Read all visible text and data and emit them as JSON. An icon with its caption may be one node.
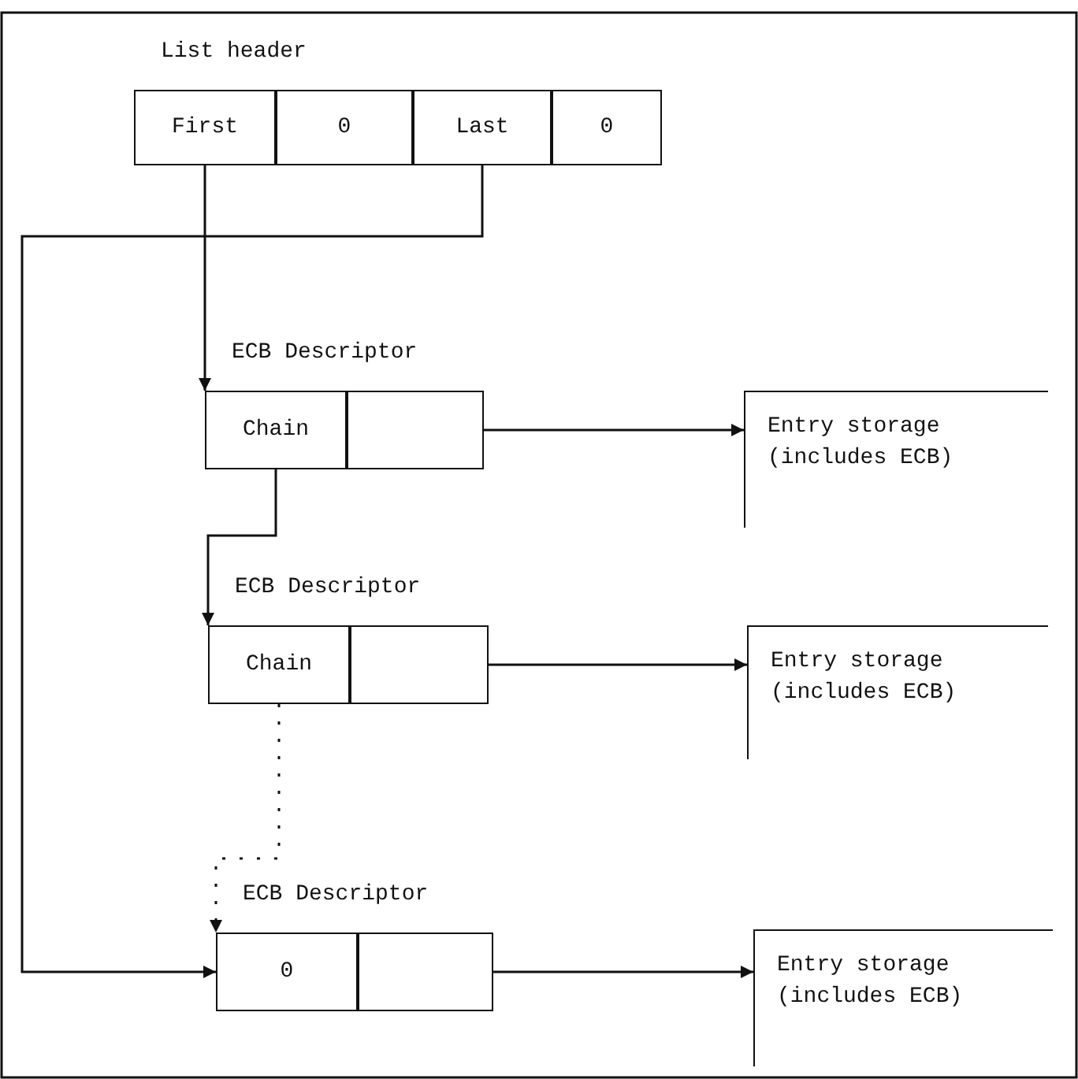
{
  "diagram": {
    "nodes": [
      {
        "text": [
          "List header"
        ]
      },
      {
        "text": [
          "First"
        ],
        "in": 0
      },
      {
        "text": [
          "0"
        ],
        "in": 0
      },
      {
        "text": [
          "Last"
        ],
        "in": 0
      },
      {
        "text": [
          "0"
        ],
        "in": 0
      },
      {
        "text": [
          "ECB Descriptor"
        ]
      },
      {
        "text": [
          "Chain"
        ],
        "in": 5
      },
      {
        "text": [],
        "shape": "box",
        "in": 5
      },
      {
        "text": [
          "Entry storage (includes ECB)"
        ]
      },
      {
        "text": [
          "ECB Descriptor"
        ]
      },
      {
        "text": [
          "Chain"
        ],
        "in": 9
      },
      {
        "text": [],
        "shape": "box",
        "in": 9
      },
      {
        "text": [
          "Entry storage (includes ECB)"
        ]
      },
      {
        "text": [
          "ECB Descriptor"
        ]
      },
      {
        "text": [
          "0"
        ],
        "in": 13
      },
      {
        "text": [],
        "shape": "box",
        "in": 13
      },
      {
        "text": [
          "Entry storage (includes ECB)"
        ]
      }
    ],
    "edges": [
      {
        "from": 1,
        "to": 5,
        "arrow": "to"
      },
      {
        "from": 3,
        "to": 13,
        "arrow": "to"
      },
      {
        "from": 6,
        "to": 9,
        "arrow": "to"
      },
      {
        "from": 10,
        "to": 13,
        "arrow": "to",
        "style": "dashed"
      },
      {
        "from": 7,
        "to": 8,
        "arrow": "to"
      },
      {
        "from": 11,
        "to": 12,
        "arrow": "to"
      },
      {
        "from": 15,
        "to": 16,
        "arrow": "to"
      }
    ]
  }
}
